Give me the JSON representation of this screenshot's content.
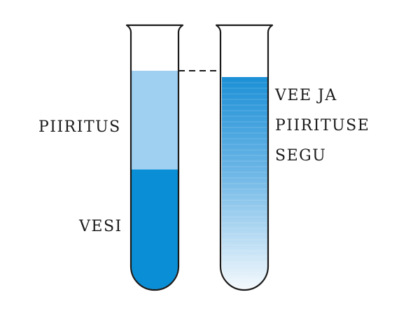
{
  "labels": {
    "alcohol": "PIIRITUS",
    "water": "VESI",
    "mixture_line1": "VEE JA",
    "mixture_line2": "PIIRITUSE",
    "mixture_line3": "SEGU"
  },
  "colors": {
    "water": "#0a8fd6",
    "alcohol": "#9fd0f2",
    "mixture_top": "#1c90d6",
    "mixture_bottom": "#f4f9fd",
    "glass_outline": "#1a1a1a",
    "guide_line": "#1a1a1a"
  }
}
